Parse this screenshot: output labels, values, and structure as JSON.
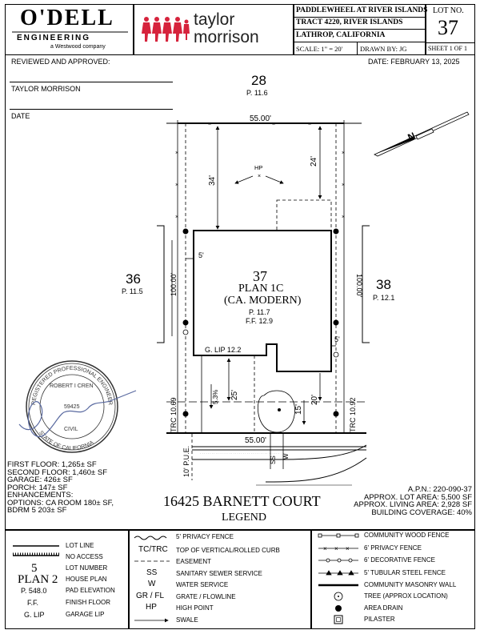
{
  "header": {
    "logo1": {
      "name": "O'DELL",
      "sub": "ENGINEERING",
      "tag": "a Westwood company"
    },
    "logo2": {
      "line1": "taylor",
      "line2": "morrison"
    },
    "project": {
      "line1": "PADDLEWHEEL AT RIVER ISLANDS",
      "line2": "TRACT 4220, RIVER ISLANDS",
      "line3": "LATHROP, CALIFORNIA",
      "scale": "SCALE:  1\" = 20'",
      "drawn": "DRAWN BY:  JG"
    },
    "lot": {
      "label": "LOT NO.",
      "number": "37",
      "sheet": "SHEET 1 OF 1"
    }
  },
  "approval": {
    "reviewed": "REVIEWED AND APPROVED:",
    "company": "TAYLOR MORRISON",
    "date_label": "DATE",
    "date": "DATE:  FEBRUARY 13, 2025"
  },
  "plan": {
    "lot_top": "28",
    "lot_top_pad": "P. 11.6",
    "lot_left": "36",
    "lot_left_pad": "P. 11.5",
    "lot_right": "38",
    "lot_right_pad": "P. 12.1",
    "width_top": "55.00'",
    "width_bottom": "55.00'",
    "depth_left": "100.00'",
    "depth_right": "100.00'",
    "setback_front_left": "34'",
    "setback_front_right": "24'",
    "hp": "HP",
    "side_left": "5'",
    "side_right": "5'",
    "lot_number": "37",
    "plan_name": "PLAN 1C",
    "plan_style": "(CA. MODERN)",
    "pad": "P. 11.7",
    "ff": "F.F. 12.9",
    "glip": "G. LIP 12.2",
    "slope": "5.3%",
    "drive_depth": "25'",
    "rear_20": "20'",
    "rear_15": "15'",
    "trc_left": "TRC 10.69",
    "trc_right": "TRC 10.92",
    "pue": "10' P.U.E.",
    "ss": "SS",
    "w": "W",
    "north": "N"
  },
  "stamp": {
    "ring_top": "REGISTERED PROFESSIONAL ENGINEER",
    "name": "ROBERT I CREN",
    "number": "59425",
    "civil": "CIVIL",
    "ring_bottom": "STATE OF CALIFORNIA"
  },
  "areas": {
    "first": "FIRST FLOOR: 1,265± SF",
    "second": "SECOND FLOOR: 1,460± SF",
    "garage": "GARAGE: 426± SF",
    "porch": "PORCH: 147± SF",
    "enh": "ENHANCEMENTS:",
    "opt1": "OPTIONS: CA ROOM 180± SF,",
    "opt2": "BDRM 5 203± SF"
  },
  "address": "16425 BARNETT COURT",
  "legend_title": "LEGEND",
  "stats": {
    "apn": "A.P.N.:  220-090-37",
    "lot_area": "APPROX. LOT AREA: 5,500 SF",
    "living": "APPROX. LIVING AREA: 2,928 SF",
    "coverage": "BUILDING COVERAGE:  40%"
  },
  "legend": {
    "col1": {
      "sample_num": "5",
      "sample_plan": "PLAN 2",
      "sample_pad": "P. 548.0",
      "sample_ff": "F.F.",
      "sample_glip": "G. LIP",
      "lot_line": "LOT LINE",
      "no_access": "NO ACCESS",
      "lot_number": "LOT NUMBER",
      "house_plan": "HOUSE PLAN",
      "pad_elev": "PAD ELEVATION",
      "finish_floor": "FINISH FLOOR",
      "garage_lip": "GARAGE LIP"
    },
    "col2": {
      "privacy5": "5' PRIVACY FENCE",
      "tc": "TC/TRC",
      "tc_desc": "TOP OF VERTICAL/ROLLED CURB",
      "easement": "EASEMENT",
      "ss": "SS",
      "ss_desc": "SANITARY SEWER SERVICE",
      "w": "W",
      "w_desc": "WATER SERVICE",
      "gr": "GR / FL",
      "gr_desc": "GRATE / FLOWLINE",
      "hp": "HP",
      "hp_desc": "HIGH POINT",
      "swale": "SWALE"
    },
    "col3": {
      "wood": "COMMUNITY WOOD FENCE",
      "privacy6": "6' PRIVACY FENCE",
      "decorative6": "6' DECORATIVE FENCE",
      "tubular5": "5' TUBULAR STEEL FENCE",
      "masonry": "COMMUNITY MASONRY WALL",
      "tree": "TREE (APPROX LOCATION)",
      "drain": "AREA DRAIN",
      "pilaster": "PILASTER"
    }
  },
  "colors": {
    "brand_red": "#d6233c",
    "ink": "#000000"
  }
}
